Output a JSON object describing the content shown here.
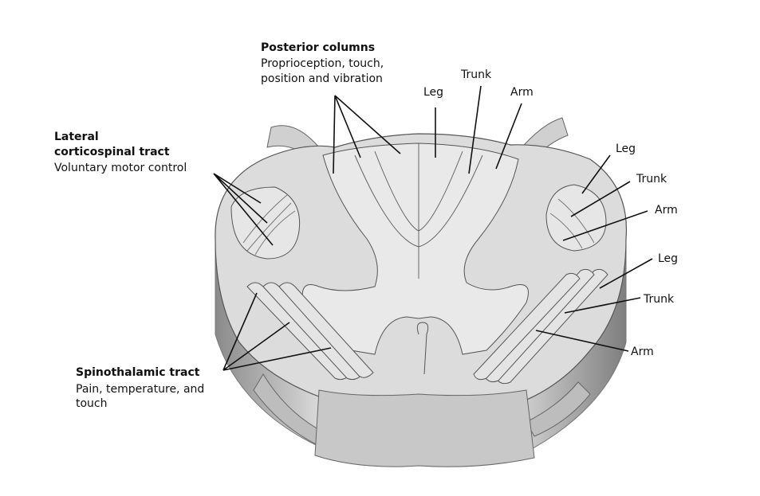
{
  "posterior_columns": {
    "title": "Posterior columns",
    "line1": "Proprioception, touch,",
    "line2": "position and vibration"
  },
  "posterior_somatotopy": {
    "leg": "Leg",
    "trunk": "Trunk",
    "arm": "Arm"
  },
  "lateral_corticospinal": {
    "title1": "Lateral",
    "title2": "corticospinal tract",
    "desc": "Voluntary motor control"
  },
  "right_corticospinal_somatotopy": {
    "leg": "Leg",
    "trunk": "Trunk",
    "arm": "Arm"
  },
  "right_spinothalamic_somatotopy": {
    "leg": "Leg",
    "trunk": "Trunk",
    "arm": "Arm"
  },
  "spinothalamic": {
    "title": "Spinothalamic tract",
    "line1": "Pain, temperature, and",
    "line2": "touch"
  }
}
